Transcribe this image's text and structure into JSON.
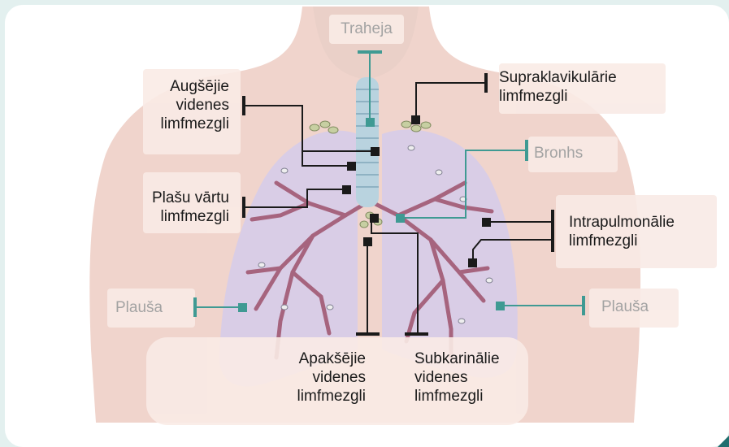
{
  "labels": {
    "trachea": "Traheja",
    "upper_mediastinal": [
      "Augšējie",
      "videnes",
      "limfmezgli"
    ],
    "supraclavicular": [
      "Supraklavikulārie",
      "limfmezgli"
    ],
    "bronchus": "Bronhs",
    "hilar": [
      "Plašu vārtu",
      "limfmezgli"
    ],
    "intrapulmonary": [
      "Intrapulmonālie",
      "limfmezgli"
    ],
    "lung_left": "Plauša",
    "lung_right": "Plauša",
    "lower_mediastinal": [
      "Apakšējie",
      "videnes",
      "limfmezgli"
    ],
    "subcarinal": [
      "Subkarinālie",
      "videnes",
      "limfmezgli"
    ]
  },
  "colors": {
    "background": "#e3f0ef",
    "card": "#ffffff",
    "skin": "#f0d4cc",
    "lung": "#d9cde6",
    "bronchi": "#a6647e",
    "teal_marker": "#3f9a93",
    "black_marker": "#1a1a1a",
    "label_panel": "#f9ebe6"
  }
}
